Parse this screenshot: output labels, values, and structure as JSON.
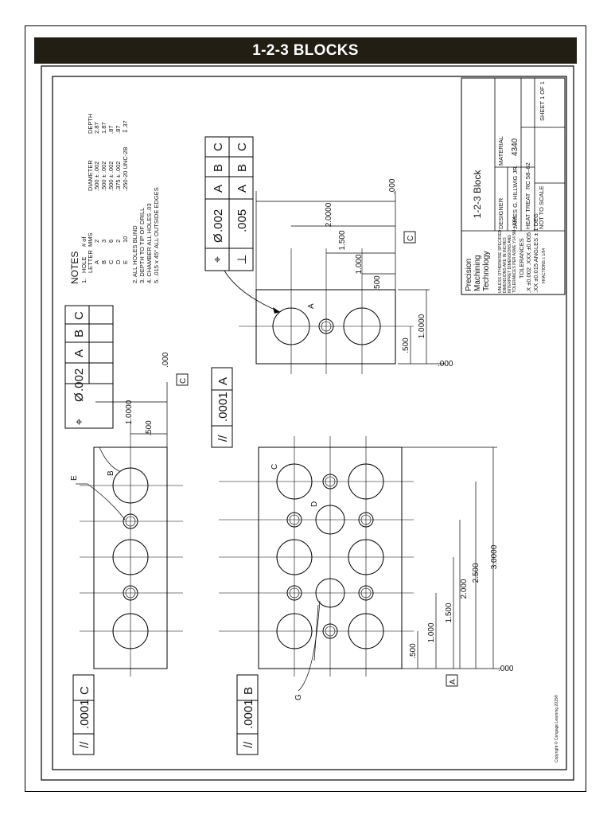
{
  "title": "1-2-3 BLOCKS",
  "title_block": {
    "company": [
      "Precision",
      "Machining",
      "Technology"
    ],
    "part_name": "1-2-3 Block",
    "designer_label": "DESIGNER",
    "designer": "JAMES G. HILLWIG JR.",
    "material_label": "MATERIAL",
    "material": "4340",
    "heat_treat_label": "HEAT TREAT",
    "heat_treat": "RC 58–62",
    "scale": "NOT TO SCALE",
    "sheet": "SHEET 1 OF 1",
    "unless_note": [
      "UNLESS OTHERWISE SPECIFIED",
      "DIMENSIONS ARE IN INCHES",
      "INTERPRET DIMENSIONS AND",
      "TOLERANCES PER ASME Y14.5M—1994"
    ],
    "tolerances_label": "TOLERANCES",
    "tolerance_lines": [
      ".X ±0.002    .XXX ±0.005",
      ".XX ±0.015   ANGLES ± 1 DEG",
      "FRACTIONS ± 1/64"
    ]
  },
  "notes": {
    "heading": "NOTES",
    "item1": "1.",
    "headers": [
      "HOLE",
      "LETTER",
      "# of",
      "MMS",
      "DIAMETER",
      "DEPTH"
    ],
    "rows": [
      {
        "letter": "A",
        "count": "2",
        "diameter": ".500 ± .002",
        "depth": "2.87"
      },
      {
        "letter": "B",
        "count": "3",
        "diameter": ".500 ± .002",
        "depth": "1.87"
      },
      {
        "letter": "C",
        "count": "6",
        "diameter": ".500 ± .002",
        "depth": ".87"
      },
      {
        "letter": "D",
        "count": "2",
        "diameter": ".375 ± .002",
        "depth": ".87"
      },
      {
        "letter": "E",
        "count": "10",
        "diameter": ".250-20 UNC-2B",
        "depth": "↧.37"
      }
    ],
    "items": [
      "2. ALL HOLES BLIND",
      "3. DEPTH TO TIP OF DRILL",
      "4. CHAMBER ALL HOLES .03",
      "5. .015 x 45° ALL OUTSIDE EDGES"
    ]
  },
  "fcf": {
    "position_symbol": "⌖",
    "parallel_symbol": "//",
    "perp_symbol": "⊥",
    "dia": "Ø",
    "tol_002": ".002",
    "tol_005": ".005",
    "tol_0001": ".0001",
    "datum_a": "A",
    "datum_b": "B",
    "datum_c": "C"
  },
  "dims": {
    "d_000": ".000",
    "d_500": ".500",
    "d_1000": "1.000",
    "d_1500": "1.500",
    "d_2000": "2.000",
    "d_2500": "2.500",
    "d_10000": "1.0000",
    "d_20000": "2.0000",
    "d_30000": "3.0000"
  },
  "labels": {
    "A": "A",
    "B": "B",
    "C": "C",
    "D": "D",
    "E": "E",
    "G": "G"
  },
  "copyright": "Copyright © Cengage Learning 2015®"
}
